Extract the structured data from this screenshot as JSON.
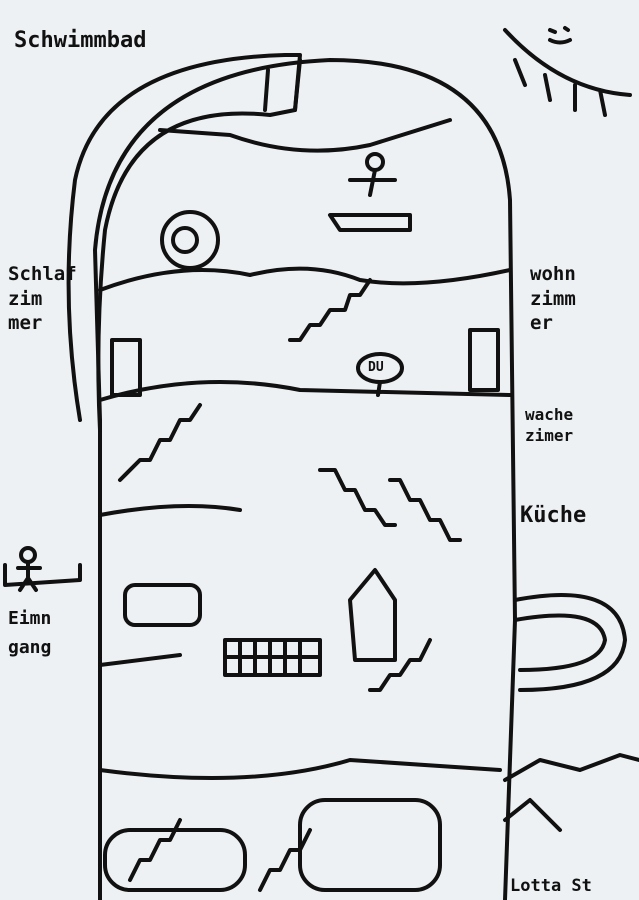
{
  "drawing": {
    "labels": {
      "pool": "Schwimmbad",
      "bedroom": "Schlaf\nzim\nmer",
      "living_room": "wohn\nzimm\ner",
      "guard_room": "wache\nzimer",
      "kitchen": "Küche",
      "entrance": "Eimn\ngang",
      "sign": "DU",
      "signature": "Lotta St"
    },
    "ink_color": "#111111",
    "paper_color": "#eef1f4"
  }
}
